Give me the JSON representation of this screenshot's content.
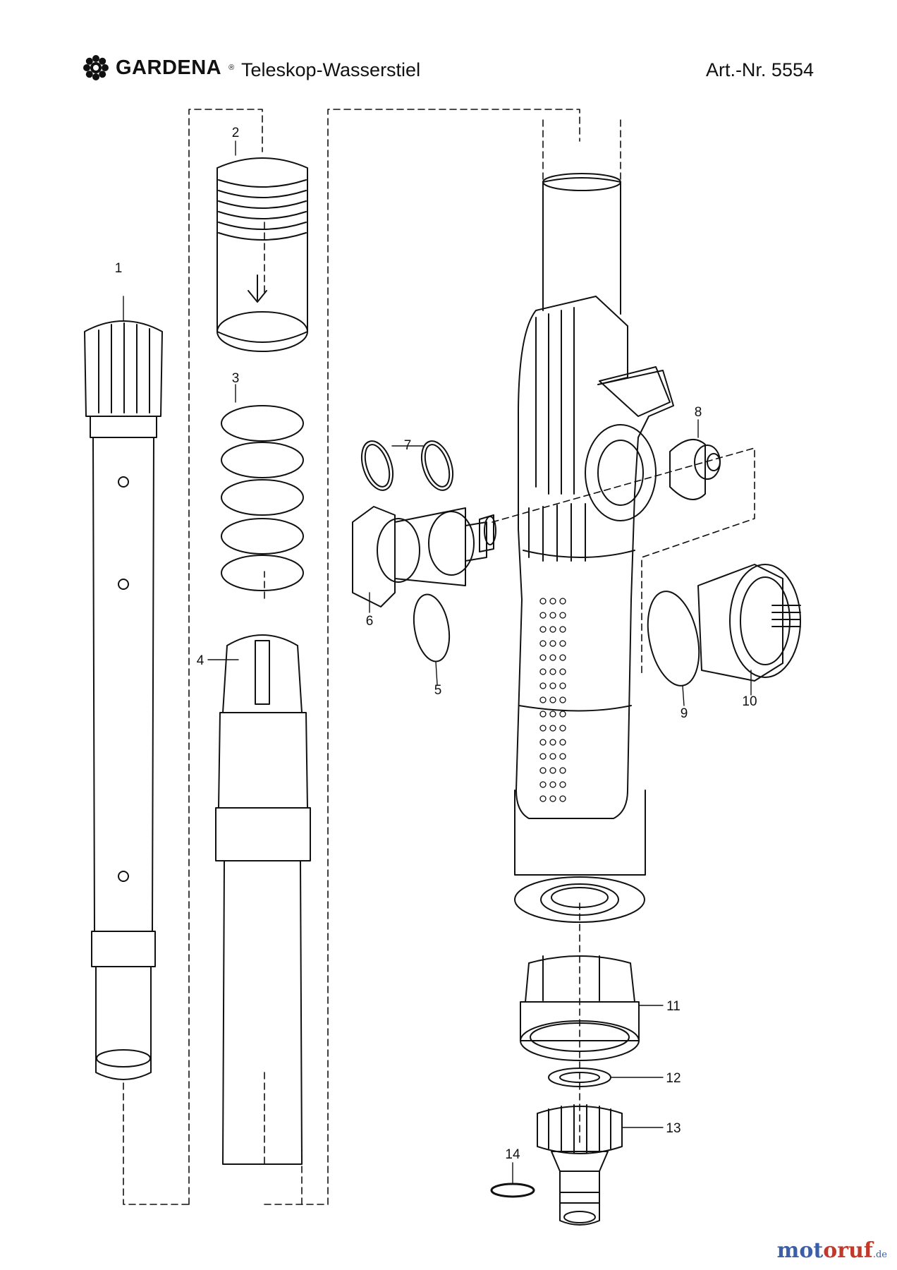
{
  "header": {
    "brand": "GARDENA",
    "brand_mark": "®",
    "product_title": "Teleskop-Wasserstiel",
    "article_number": "Art.-Nr. 5554"
  },
  "parts": [
    {
      "id": "1",
      "label": "1"
    },
    {
      "id": "2",
      "label": "2"
    },
    {
      "id": "3",
      "label": "3"
    },
    {
      "id": "4",
      "label": "4"
    },
    {
      "id": "5",
      "label": "5"
    },
    {
      "id": "6",
      "label": "6"
    },
    {
      "id": "7",
      "label": "7"
    },
    {
      "id": "8",
      "label": "8"
    },
    {
      "id": "9",
      "label": "9"
    },
    {
      "id": "10",
      "label": "10"
    },
    {
      "id": "11",
      "label": "11"
    },
    {
      "id": "12",
      "label": "12"
    },
    {
      "id": "13",
      "label": "13"
    },
    {
      "id": "14",
      "label": "14"
    }
  ],
  "watermark": {
    "part_a": "mot",
    "part_b": "oruf",
    "tld": ".de"
  },
  "colors": {
    "line": "#111111",
    "background": "#ffffff"
  }
}
